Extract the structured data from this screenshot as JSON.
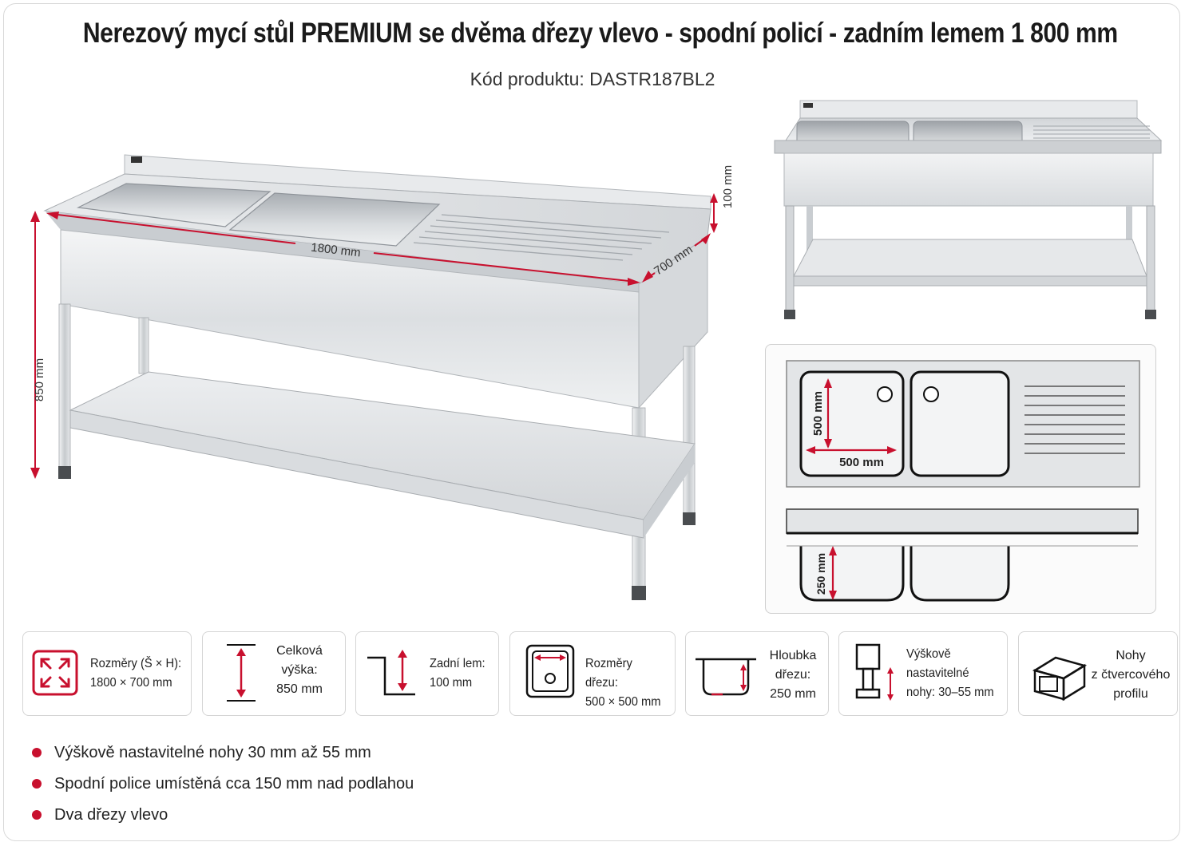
{
  "header": {
    "title": "Nerezový mycí stůl PREMIUM se dvěma dřezy vlevo - spodní policí - zadním lemem 1 800 mm",
    "product_code": "Kód produktu: DASTR187BL2"
  },
  "main_dimensions": {
    "width_label": "1800 mm",
    "depth_label": "700 mm",
    "height_label": "850 mm",
    "upstand_label": "100 mm"
  },
  "top_diagram": {
    "sink_height_label": "500 mm",
    "sink_width_label": "500 mm"
  },
  "side_diagram": {
    "depth_label": "250 mm"
  },
  "specs": [
    {
      "label_line1": "Rozměry (Š × H):",
      "label_line2": "1800 × 700 mm",
      "icon": "expand-arrows-icon"
    },
    {
      "label_line1": "Celková",
      "label_line2": "výška:",
      "label_line3": "850 mm",
      "icon": "height-arrow-icon"
    },
    {
      "label_line1": "Zadní lem:",
      "label_line2": "100 mm",
      "icon": "upstand-icon"
    },
    {
      "label_line1": "Rozměry dřezu:",
      "label_line2": "500 × 500 mm",
      "icon": "sink-top-icon"
    },
    {
      "label_line1": "Hloubka",
      "label_line2": "dřezu:",
      "label_line3": "250 mm",
      "icon": "sink-depth-icon"
    },
    {
      "label_line1": "Výškově",
      "label_line2": "nastavitelné",
      "label_line3": "nohy: 30–55 mm",
      "icon": "adjustable-foot-icon"
    },
    {
      "label_line1": "Nohy",
      "label_line2": "z čtvercového",
      "label_line3": "profilu",
      "icon": "square-profile-icon"
    }
  ],
  "features": [
    "Výškově nastavitelné nohy 30 mm až 55 mm",
    "Spodní police umístěná cca 150 mm nad podlahou",
    "Dva dřezy vlevo"
  ],
  "colors": {
    "accent": "#c8102e",
    "steel_light": "#e4e6e8",
    "steel_dark": "#9ea3a8"
  }
}
